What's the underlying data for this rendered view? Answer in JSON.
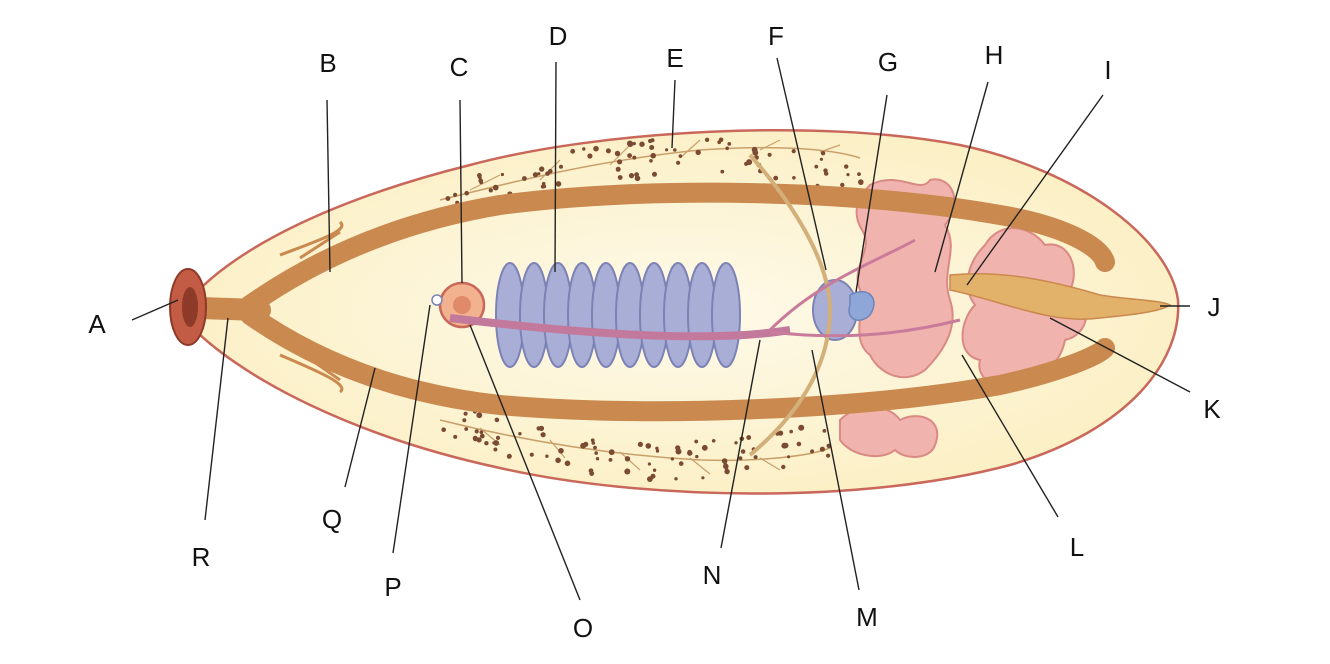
{
  "colors": {
    "body_fill": "#fdf3cf",
    "body_outline": "#c9685a",
    "gut": "#c9894f",
    "gut_edge": "#a8683a",
    "uterus": "#a9aed6",
    "uterus_edge": "#7d82b5",
    "testis": "#f1b3ad",
    "testis_edge": "#d98a84",
    "vitelline_dots": "#7a4a33",
    "leader_line": "#222222"
  },
  "labels": {
    "A": "A",
    "B": "B",
    "C": "C",
    "D": "D",
    "E": "E",
    "F": "F",
    "G": "G",
    "H": "H",
    "I": "I",
    "J": "J",
    "K": "K",
    "L": "L",
    "M": "M",
    "N": "N",
    "O": "O",
    "P": "P",
    "Q": "Q",
    "R": "R"
  }
}
